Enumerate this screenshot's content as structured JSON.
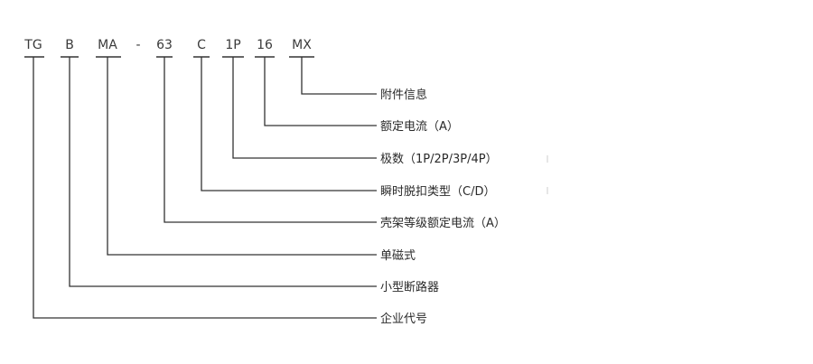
{
  "codes": [
    "TG",
    "B",
    "MA",
    "-",
    "63",
    "C",
    "1P",
    "16",
    "MX"
  ],
  "descriptions": {
    "accessory": "附件信息",
    "rated_current": "额定电流（A）",
    "poles": "极数（1P/2P/3P/4P）",
    "trip_type": "瞬时脱扣类型（C/D）",
    "frame_current": "壳架等级额定电流（A）",
    "magnetic": "单磁式",
    "breaker": "小型断路器",
    "company_code": "企业代号"
  }
}
